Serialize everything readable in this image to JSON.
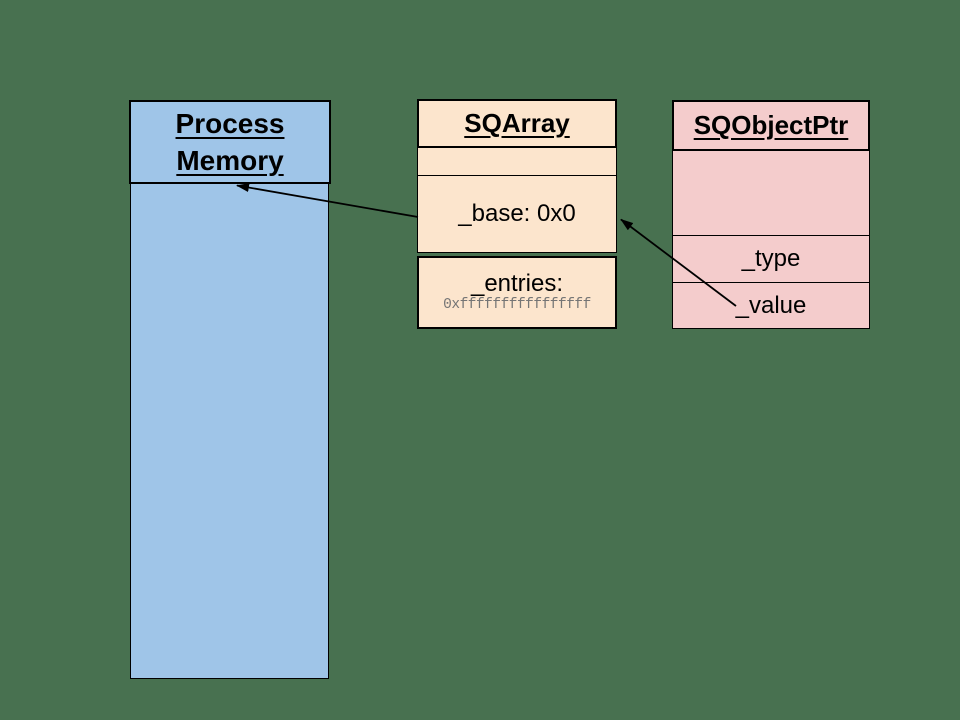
{
  "background_color": "#487150",
  "diagram": {
    "process_memory": {
      "title": "Process Memory",
      "fill": "#9fc5e8"
    },
    "sqarray": {
      "title": "SQArray",
      "fill": "#fce5cd",
      "base_label": "_base: 0x0",
      "entries_label": "_entries:",
      "entries_value": "0xffffffffffffffff",
      "entries_value_color": "#757575"
    },
    "sqobjectptr": {
      "title": "SQObjectPtr",
      "fill": "#f4cccc",
      "type_label": "_type",
      "value_label": "_value"
    },
    "arrows": [
      {
        "name": "sqarray-base-to-process-memory"
      },
      {
        "name": "sqobjectptr-value-to-sqarray"
      }
    ],
    "line_color": "#000000"
  }
}
